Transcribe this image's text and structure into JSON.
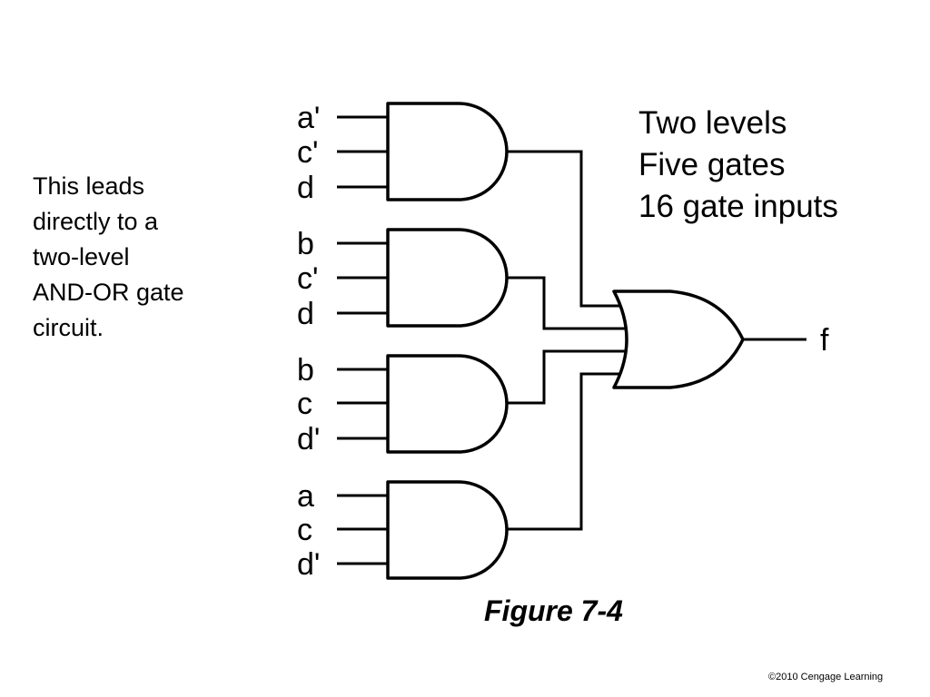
{
  "side_text": [
    "This leads",
    "directly to a",
    "two-level",
    "AND-OR gate",
    "circuit."
  ],
  "stats": [
    "Two levels",
    "Five gates",
    "16 gate inputs"
  ],
  "caption": "Figure 7-4",
  "copyright": "©2010 Cengage Learning",
  "circuit": {
    "and_gates": [
      {
        "inputs": [
          "a'",
          "c'",
          "d"
        ]
      },
      {
        "inputs": [
          "b",
          "c'",
          "d"
        ]
      },
      {
        "inputs": [
          "b",
          "c",
          "d'"
        ]
      },
      {
        "inputs": [
          "a",
          "c",
          "d'"
        ]
      }
    ],
    "or_gate": {
      "output": "f"
    }
  }
}
